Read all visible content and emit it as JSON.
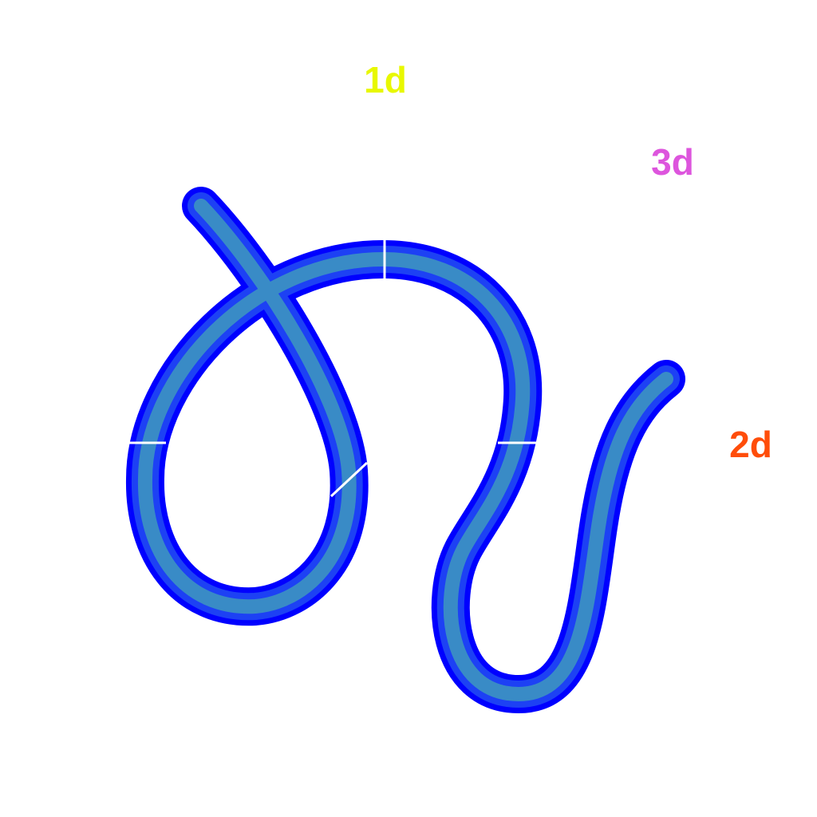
{
  "labels": [
    {
      "text": "1d",
      "color": "#e8f800"
    },
    {
      "text": "3d",
      "color": "#dd55dd"
    },
    {
      "text": "2d",
      "color": "#ff4d0a"
    }
  ],
  "colors": {
    "tube_outer": "#0000ff",
    "tube_inner": "#66ff55",
    "separator": "#ffffff"
  }
}
